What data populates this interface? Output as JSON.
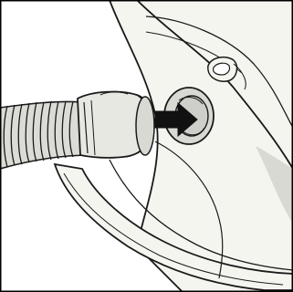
{
  "figure": {
    "subject": "vacuum-cleaner-hose-insertion",
    "parts": {
      "hose": "corrugated-hose",
      "connector": "hose-end-connector",
      "socket": "suction-socket",
      "body": "vacuum-cleaner-body",
      "bumper": "bumper-ring",
      "handle": "carry-handle-slot",
      "arrow": "insertion-direction-arrow"
    },
    "colors": {
      "line": "#1a1a1a",
      "body_fill": "#f5f5f0",
      "shadow": "#d9d9d4",
      "connector_fill": "#e8e8e3",
      "socket_fill": "#cfcfca",
      "hose_fill": "#dcdcd7",
      "arrow_fill": "#111111",
      "frame": "#000000"
    }
  }
}
